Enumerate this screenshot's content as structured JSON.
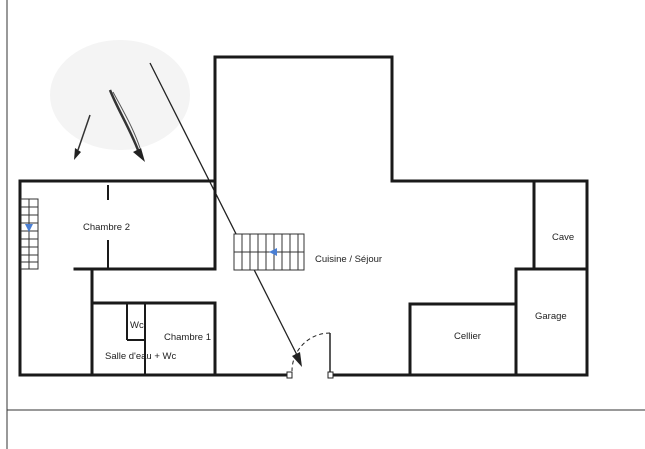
{
  "rooms": {
    "chambre2": "Chambre 2",
    "cuisine_sejour": "Cuisine / Séjour",
    "cave": "Cave",
    "garage": "Garage",
    "cellier": "Cellier",
    "chambre1": "Chambre 1",
    "wc": "Wc",
    "salle_eau": "Salle d'eau + Wc"
  },
  "colors": {
    "walls": "#1a1a1a",
    "stair_arrow": "#4a7fd4",
    "background": "#ffffff"
  }
}
